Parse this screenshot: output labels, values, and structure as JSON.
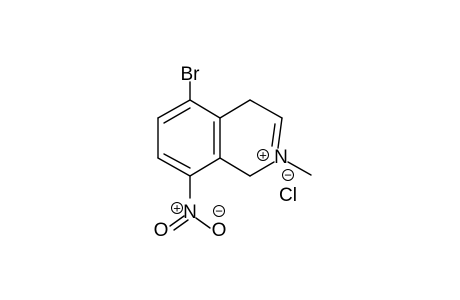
{
  "molecule": {
    "atoms": {
      "bromine": "Br",
      "nitrogen_ring": "N",
      "nitro_n": "N",
      "nitro_o_left": "O",
      "nitro_o_right": "O",
      "chloride": "Cl"
    },
    "charges": {
      "nitrogen_ring": "+",
      "nitro_n": "+",
      "nitro_o_right": "−",
      "chloride": "−"
    }
  }
}
